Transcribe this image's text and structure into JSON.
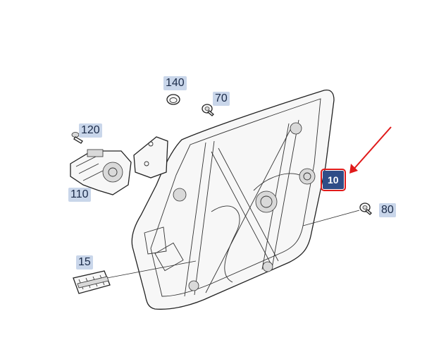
{
  "diagram": {
    "parts": [
      {
        "id": "p140",
        "label": "140",
        "icon": "grommet-icon"
      },
      {
        "id": "p70",
        "label": "70",
        "icon": "screw-icon"
      },
      {
        "id": "p120",
        "label": "120",
        "icon": "bolt-icon"
      },
      {
        "id": "p110",
        "label": "110",
        "icon": "window-motor-icon"
      },
      {
        "id": "p15",
        "label": "15",
        "icon": "connector-clip-icon"
      },
      {
        "id": "p10",
        "label": "10",
        "icon": "window-regulator-panel-icon",
        "selected": true
      },
      {
        "id": "p80",
        "label": "80",
        "icon": "screw-icon"
      }
    ],
    "highlight_color": "#e01a1a",
    "selected_badge_color": "#2f4d87",
    "badge_color": "#c9d6ea"
  }
}
